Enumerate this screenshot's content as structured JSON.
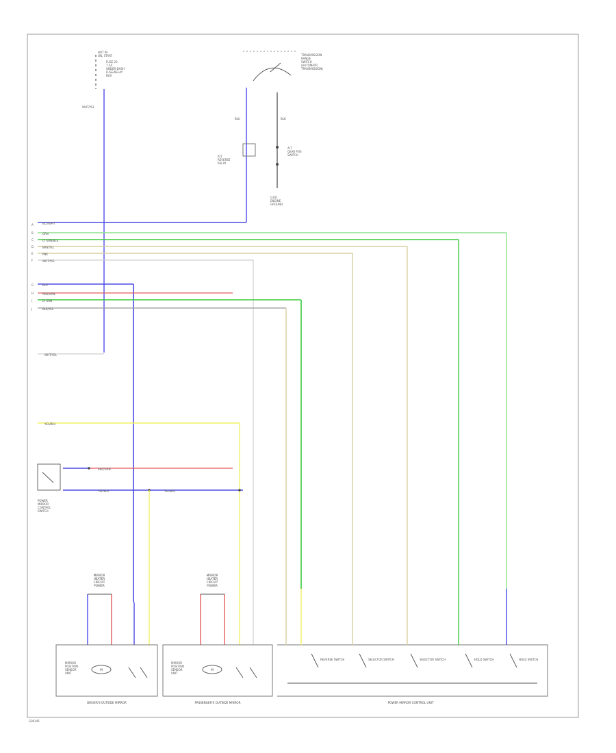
{
  "diagram": {
    "colors": {
      "blue": "#4a4ae6",
      "green": "#3cc83c",
      "light_green": "#8ee08e",
      "red": "#e65a5a",
      "yellow": "#f0f064",
      "tan": "#d8cfa0",
      "gray": "#cfcfcf",
      "dark": "#555555"
    },
    "top_left_labels": [
      "HOT IN",
      "ON, START",
      "FUSE 23",
      "7.5A",
      "UNDER-DASH",
      "FUSE/RELAY",
      "BOX"
    ],
    "top_right_labels": [
      "TRANSMISSION",
      "RANGE",
      "SWITCH",
      "(AUTOMATIC",
      "TRANSMISSION)"
    ],
    "mid_labels": {
      "relay": [
        "A/T",
        "REVERSE",
        "RELAY"
      ],
      "wire_right": [
        "A/T",
        "GEAR POS",
        "SWITCH"
      ],
      "ground": [
        "G101",
        "ENGINE",
        "GROUND"
      ]
    },
    "vertical_wire_labels": [
      "WHT/YEL",
      "BLU",
      "BLK"
    ],
    "harness_rows_a": [
      "BLU/WHT",
      "GRN",
      "LT GRN/BLK",
      "BRN/YEL",
      "PNK",
      "WHT/YEL"
    ],
    "harness_rows_b": [
      "BLU",
      "RED/GRN",
      "LT GRN",
      "BLK/YEL"
    ],
    "harness_row_c": "WHT/YEL",
    "harness_row_d": "YEL/BLU",
    "switch_block_label": [
      "POWER",
      "MIRROR",
      "CONTROL",
      "SWITCH"
    ],
    "switch_wire_labels": [
      "RED/GRN",
      "YEL/BLU"
    ],
    "pins": [
      "A",
      "B",
      "C",
      "D",
      "E",
      "F"
    ],
    "pins2": [
      "G",
      "H",
      "I",
      "J"
    ],
    "drivers_mirror_title": [
      "MIRROR",
      "HEATER",
      "CIRCUIT",
      "POWER"
    ],
    "passengers_mirror_title": [
      "MIRROR",
      "HEATER",
      "CIRCUIT",
      "POWER"
    ],
    "mirror_inner_label": [
      "MIRROR",
      "POSITION",
      "SENSOR",
      "UNIT"
    ],
    "mirror_motor_label": "M",
    "box_titles": [
      "DRIVER'S OUTSIDE MIRROR",
      "PASSENGER'S OUTSIDE MIRROR",
      "POWER MIRROR CONTROL UNIT"
    ],
    "control_unit_switches": [
      "REVERSE SWITCH",
      "SELECTOR SWITCH",
      "SELECTOR SWITCH",
      "HOLD SWITCH",
      "HOLD SWITCH"
    ],
    "footer_code": "G06145"
  }
}
